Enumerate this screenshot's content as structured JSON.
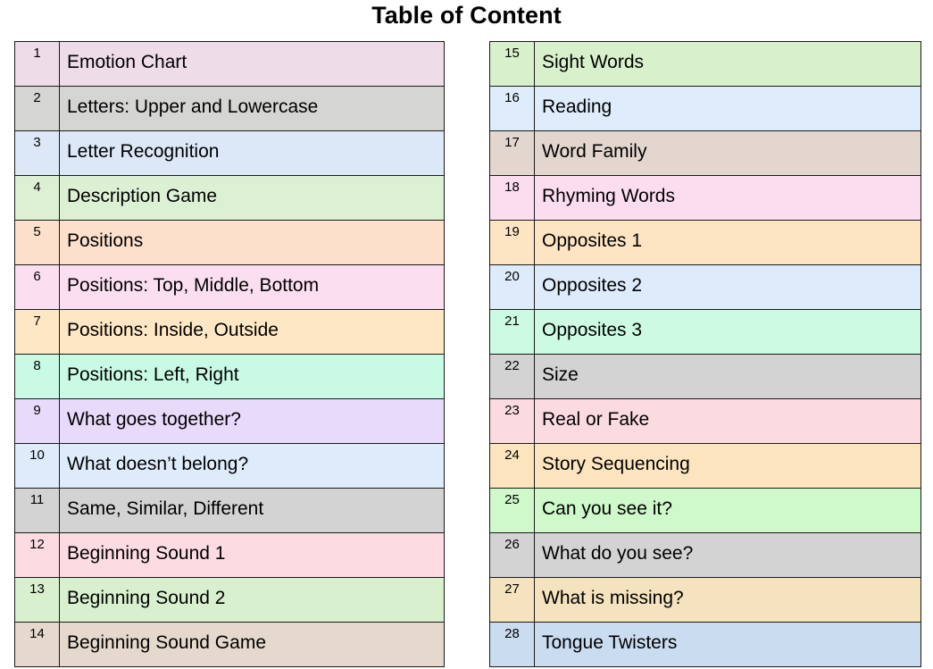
{
  "page": {
    "title": "Table of Content"
  },
  "toc": {
    "left_column": [
      {
        "number": "1",
        "label": "Emotion Chart",
        "color": "#EEDCE8"
      },
      {
        "number": "2",
        "label": "Letters: Upper and Lowercase",
        "color": "#D5D5D3"
      },
      {
        "number": "3",
        "label": "Letter Recognition",
        "color": "#DCE8F7"
      },
      {
        "number": "4",
        "label": "Description Game",
        "color": "#DCF0D3"
      },
      {
        "number": "5",
        "label": "Positions",
        "color": "#FCE0CC"
      },
      {
        "number": "6",
        "label": "Positions: Top, Middle, Bottom",
        "color": "#FBDFF1"
      },
      {
        "number": "7",
        "label": "Positions: Inside, Outside",
        "color": "#FEE7C4"
      },
      {
        "number": "8",
        "label": "Positions: Left, Right",
        "color": "#C8FAE4"
      },
      {
        "number": "9",
        "label": "What goes together?",
        "color": "#E8DAFB"
      },
      {
        "number": "10",
        "label": "What doesn’t belong?",
        "color": "#DEEBFA"
      },
      {
        "number": "11",
        "label": "Same, Similar, Different",
        "color": "#D3D3D3"
      },
      {
        "number": "12",
        "label": "Beginning Sound 1",
        "color": "#FCDCE2"
      },
      {
        "number": "13",
        "label": "Beginning Sound 2",
        "color": "#D8F0CE"
      },
      {
        "number": "14",
        "label": "Beginning Sound Game",
        "color": "#E5D8CC"
      }
    ],
    "right_column": [
      {
        "number": "15",
        "label": "Sight Words",
        "color": "#D8F0CB"
      },
      {
        "number": "16",
        "label": "Reading",
        "color": "#DEECFB"
      },
      {
        "number": "17",
        "label": "Word Family",
        "color": "#E2D6CE"
      },
      {
        "number": "18",
        "label": "Rhyming Words",
        "color": "#FCDDF0"
      },
      {
        "number": "19",
        "label": "Opposites 1",
        "color": "#FDE4C2"
      },
      {
        "number": "20",
        "label": "Opposites 2",
        "color": "#DEEBFA"
      },
      {
        "number": "21",
        "label": "Opposites 3",
        "color": "#CDFAE2"
      },
      {
        "number": "22",
        "label": "Size",
        "color": "#D3D3D3"
      },
      {
        "number": "23",
        "label": "Real or Fake",
        "color": "#FBDBE0"
      },
      {
        "number": "24",
        "label": "Story Sequencing",
        "color": "#FCE5BE"
      },
      {
        "number": "25",
        "label": "Can you see it?",
        "color": "#CFF8CB"
      },
      {
        "number": "26",
        "label": "What do you see?",
        "color": "#D3D3D3"
      },
      {
        "number": "27",
        "label": "What is missing?",
        "color": "#F5E2BE"
      },
      {
        "number": "28",
        "label": "Tongue Twisters",
        "color": "#C9DCF0"
      }
    ]
  }
}
